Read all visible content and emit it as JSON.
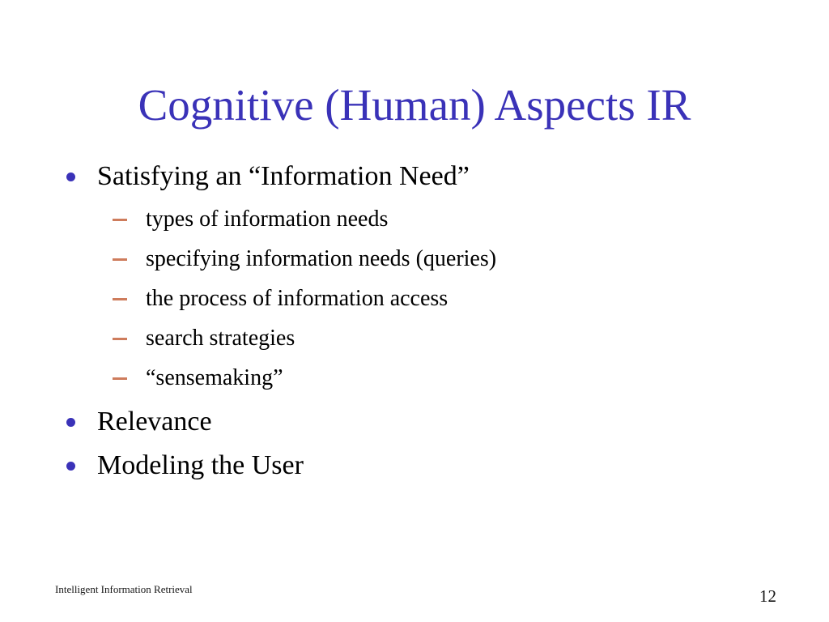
{
  "slide": {
    "title": "Cognitive (Human) Aspects IR",
    "title_color": "#3A32B8",
    "background_color": "#FFFFFF",
    "bullet_color": "#3A32B8",
    "dash_color": "#CE7C5C",
    "body_text_color": "#000000",
    "bullets": [
      {
        "text": "Satisfying an “Information Need”",
        "sub_bullets": [
          "types of information needs",
          "specifying information needs (queries)",
          "the process of information access",
          "search strategies",
          "“sensemaking”"
        ]
      },
      {
        "text": "Relevance",
        "sub_bullets": []
      },
      {
        "text": "Modeling the User",
        "sub_bullets": []
      }
    ],
    "footer": "Intelligent Information Retrieval",
    "page_number": "12"
  }
}
